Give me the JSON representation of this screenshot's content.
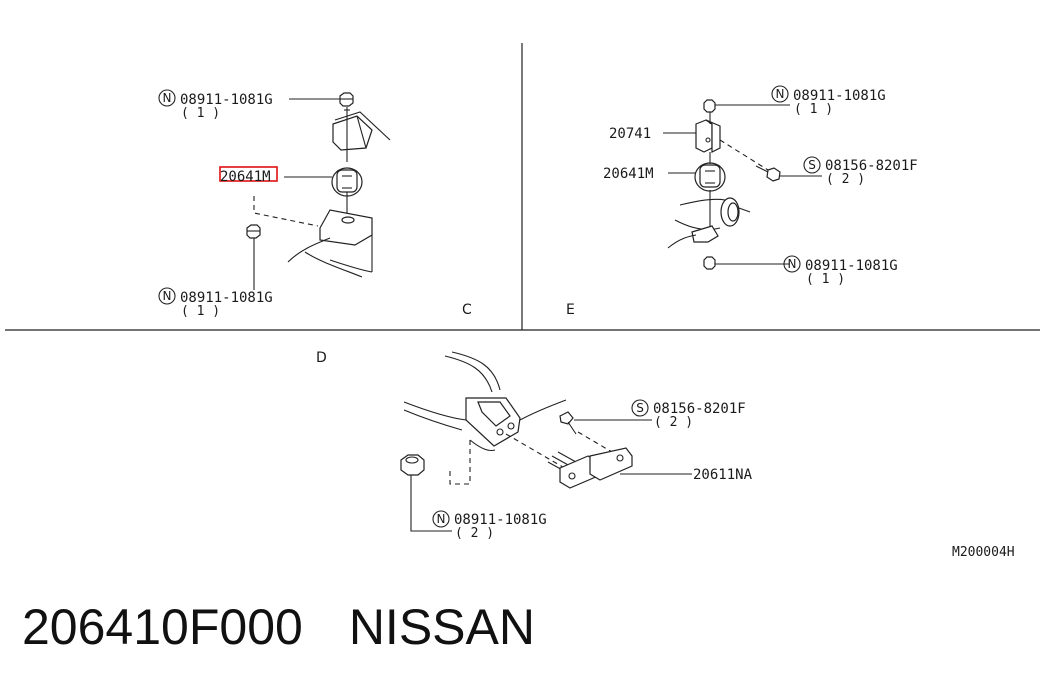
{
  "diagram": {
    "section_c": {
      "letter": "C",
      "top_nut": {
        "prefix": "N",
        "code": "08911-1081G",
        "qty": "( 1 )"
      },
      "mount_label": "20641M",
      "bottom_nut": {
        "prefix": "N",
        "code": "08911-1081G",
        "qty": "( 1 )"
      }
    },
    "section_e": {
      "letter": "E",
      "top_nut": {
        "prefix": "N",
        "code": "08911-1081G",
        "qty": "( 1 )"
      },
      "bracket_label": "20741",
      "mount_label": "20641M",
      "bolt": {
        "prefix": "S",
        "code": "08156-8201F",
        "qty": "( 2 )"
      },
      "bottom_nut": {
        "prefix": "N",
        "code": "08911-1081G",
        "qty": "( 1 )"
      }
    },
    "section_d": {
      "letter": "D",
      "bolt": {
        "prefix": "S",
        "code": "08156-8201F",
        "qty": "( 2 )"
      },
      "hanger_label": "20611NA",
      "nut": {
        "prefix": "N",
        "code": "08911-1081G",
        "qty": "( 2 )"
      }
    },
    "diagram_code": "M200004H",
    "highlight_color": "#e01010"
  },
  "footer": {
    "part_number": "206410F000",
    "brand": "NISSAN"
  }
}
